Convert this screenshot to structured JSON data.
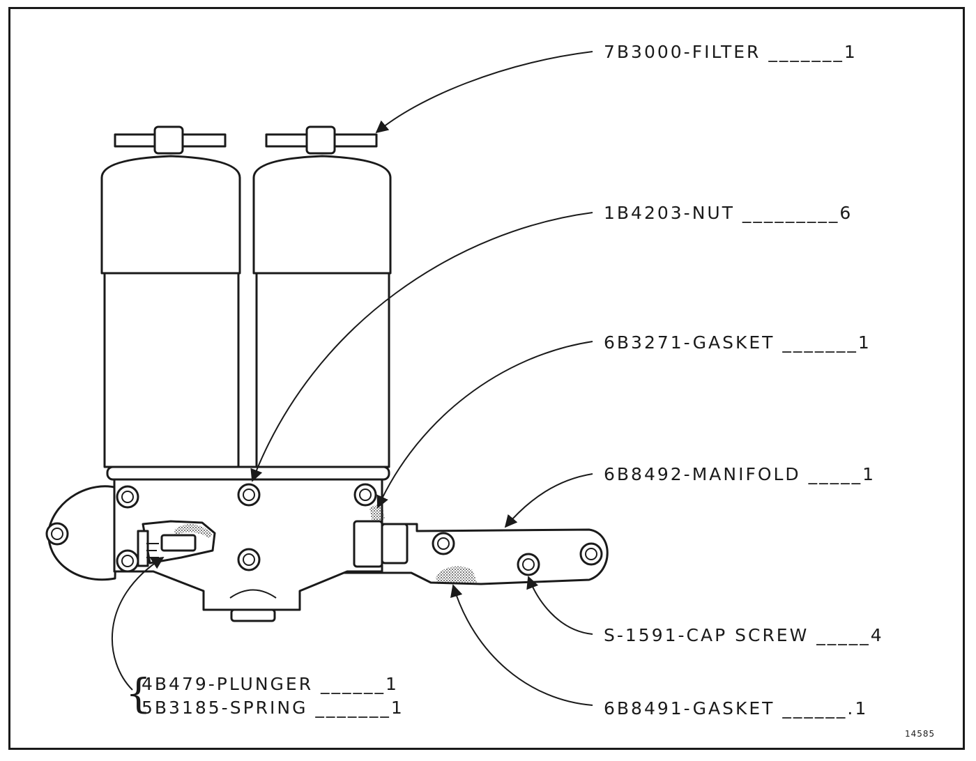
{
  "callouts": {
    "filter": "7B3000-FILTER _______1",
    "nut": "1B4203-NUT _________6",
    "gasket_top": "6B3271-GASKET _______1",
    "manifold": "6B8492-MANIFOLD _____1",
    "cap_screw": "S-1591-CAP SCREW _____4",
    "gasket_bottom": "6B8491-GASKET ______.1",
    "plunger": "4B479-PLUNGER ______1",
    "spring": "5B3185-SPRING _______1"
  },
  "figure_number": "14585"
}
